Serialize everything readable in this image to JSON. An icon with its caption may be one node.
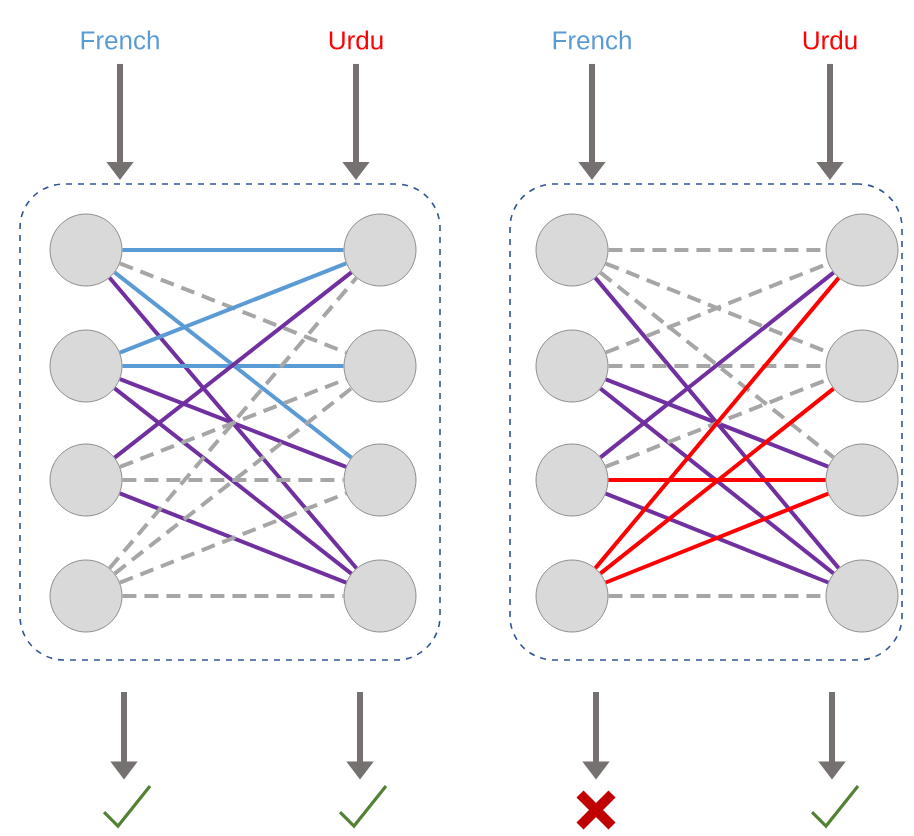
{
  "diagram": {
    "nodes": [
      {
        "text": [
          "French"
        ]
      },
      {
        "text": [
          "Urdu"
        ]
      },
      {
        "text": [
          "French"
        ]
      },
      {
        "text": [
          "Urdu"
        ]
      },
      {
        "text": [],
        "shape": "box"
      },
      {
        "text": [],
        "shape": "circle",
        "in": 4
      },
      {
        "text": [],
        "shape": "circle",
        "in": 4
      },
      {
        "text": [],
        "shape": "circle",
        "in": 4
      },
      {
        "text": [],
        "shape": "circle",
        "in": 4
      },
      {
        "text": [],
        "shape": "circle",
        "in": 4
      },
      {
        "text": [],
        "shape": "circle",
        "in": 4
      },
      {
        "text": [],
        "shape": "circle",
        "in": 4
      },
      {
        "text": [],
        "shape": "circle",
        "in": 4
      },
      {
        "text": [],
        "shape": "box"
      },
      {
        "text": [],
        "shape": "circle",
        "in": 13
      },
      {
        "text": [],
        "shape": "circle",
        "in": 13
      },
      {
        "text": [],
        "shape": "circle",
        "in": 13
      },
      {
        "text": [],
        "shape": "circle",
        "in": 13
      },
      {
        "text": [],
        "shape": "circle",
        "in": 13
      },
      {
        "text": [],
        "shape": "circle",
        "in": 13
      },
      {
        "text": [],
        "shape": "circle",
        "in": 13
      },
      {
        "text": [],
        "shape": "circle",
        "in": 13
      },
      {
        "text": [],
        "shape": "check"
      },
      {
        "text": [],
        "shape": "check"
      },
      {
        "text": [],
        "shape": "cross"
      },
      {
        "text": [],
        "shape": "check"
      }
    ],
    "edges": [
      {
        "from": 0,
        "to": 4,
        "arrow": "to"
      },
      {
        "from": 1,
        "to": 4,
        "arrow": "to"
      },
      {
        "from": 2,
        "to": 13,
        "arrow": "to"
      },
      {
        "from": 3,
        "to": 13,
        "arrow": "to"
      },
      {
        "from": 4,
        "to": 22,
        "arrow": "to"
      },
      {
        "from": 4,
        "to": 23,
        "arrow": "to"
      },
      {
        "from": 13,
        "to": 24,
        "arrow": "to"
      },
      {
        "from": 13,
        "to": 25,
        "arrow": "to"
      },
      {
        "from": 5,
        "to": 9,
        "arrow": "none",
        "color": "#5b9bd5"
      },
      {
        "from": 5,
        "to": 10,
        "arrow": "none",
        "style": "dashed",
        "color": "#a6a6a6"
      },
      {
        "from": 5,
        "to": 11,
        "arrow": "none",
        "color": "#5b9bd5"
      },
      {
        "from": 5,
        "to": 12,
        "arrow": "none",
        "color": "#7030a0"
      },
      {
        "from": 6,
        "to": 9,
        "arrow": "none",
        "color": "#5b9bd5"
      },
      {
        "from": 6,
        "to": 10,
        "arrow": "none",
        "color": "#5b9bd5"
      },
      {
        "from": 6,
        "to": 11,
        "arrow": "none",
        "color": "#7030a0"
      },
      {
        "from": 6,
        "to": 12,
        "arrow": "none",
        "color": "#7030a0"
      },
      {
        "from": 7,
        "to": 9,
        "arrow": "none",
        "color": "#7030a0"
      },
      {
        "from": 7,
        "to": 10,
        "arrow": "none",
        "style": "dashed",
        "color": "#a6a6a6"
      },
      {
        "from": 7,
        "to": 11,
        "arrow": "none",
        "style": "dashed",
        "color": "#a6a6a6"
      },
      {
        "from": 7,
        "to": 12,
        "arrow": "none",
        "color": "#7030a0"
      },
      {
        "from": 8,
        "to": 9,
        "arrow": "none",
        "style": "dashed",
        "color": "#a6a6a6"
      },
      {
        "from": 8,
        "to": 10,
        "arrow": "none",
        "style": "dashed",
        "color": "#a6a6a6"
      },
      {
        "from": 8,
        "to": 11,
        "arrow": "none",
        "style": "dashed",
        "color": "#a6a6a6"
      },
      {
        "from": 8,
        "to": 12,
        "arrow": "none",
        "style": "dashed",
        "color": "#a6a6a6"
      },
      {
        "from": 14,
        "to": 18,
        "arrow": "none",
        "style": "dashed",
        "color": "#a6a6a6"
      },
      {
        "from": 14,
        "to": 19,
        "arrow": "none",
        "style": "dashed",
        "color": "#a6a6a6"
      },
      {
        "from": 14,
        "to": 20,
        "arrow": "none",
        "style": "dashed",
        "color": "#a6a6a6"
      },
      {
        "from": 14,
        "to": 21,
        "arrow": "none",
        "color": "#7030a0"
      },
      {
        "from": 15,
        "to": 18,
        "arrow": "none",
        "style": "dashed",
        "color": "#a6a6a6"
      },
      {
        "from": 15,
        "to": 19,
        "arrow": "none",
        "style": "dashed",
        "color": "#a6a6a6"
      },
      {
        "from": 15,
        "to": 20,
        "arrow": "none",
        "color": "#7030a0"
      },
      {
        "from": 15,
        "to": 21,
        "arrow": "none",
        "color": "#7030a0"
      },
      {
        "from": 16,
        "to": 18,
        "arrow": "none",
        "color": "#7030a0"
      },
      {
        "from": 16,
        "to": 19,
        "arrow": "none",
        "style": "dashed",
        "color": "#a6a6a6"
      },
      {
        "from": 16,
        "to": 20,
        "arrow": "none",
        "color": "#ff0000"
      },
      {
        "from": 16,
        "to": 21,
        "arrow": "none",
        "color": "#7030a0"
      },
      {
        "from": 17,
        "to": 18,
        "arrow": "none",
        "color": "#ff0000"
      },
      {
        "from": 17,
        "to": 19,
        "arrow": "none",
        "color": "#ff0000"
      },
      {
        "from": 17,
        "to": 20,
        "arrow": "none",
        "color": "#ff0000"
      },
      {
        "from": 17,
        "to": 21,
        "arrow": "none",
        "style": "dashed",
        "color": "#a6a6a6"
      }
    ]
  }
}
